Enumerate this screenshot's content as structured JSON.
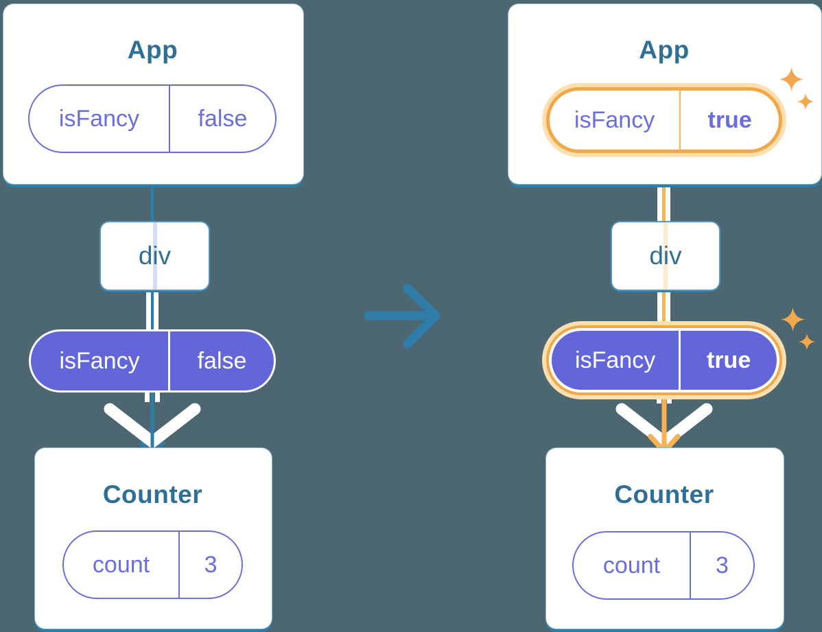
{
  "colors": {
    "bg": "#4c6771",
    "blue": "#2e7ca8",
    "title": "#2e6f96",
    "purple": "#6366d8",
    "purple_text": "#6a6edc",
    "orange": "#f2a74b",
    "orange_line": "#f6b254",
    "peach": "#fbdfae",
    "lavender_line": "#d5dcf5",
    "peach_line": "#fdeacb"
  },
  "icons": {
    "transition_arrow": "right-arrow",
    "highlight_sparkles": "sparkles",
    "props_down_arrow": "down-arrow"
  },
  "before": {
    "app": {
      "title": "App",
      "prop": {
        "name": "isFancy",
        "value": "false"
      }
    },
    "div_label": "div",
    "prop_pill": {
      "name": "isFancy",
      "value": "false"
    },
    "counter": {
      "title": "Counter",
      "state": {
        "name": "count",
        "value": "3"
      }
    }
  },
  "after": {
    "app": {
      "title": "App",
      "prop": {
        "name": "isFancy",
        "value": "true"
      }
    },
    "div_label": "div",
    "prop_pill": {
      "name": "isFancy",
      "value": "true"
    },
    "counter": {
      "title": "Counter",
      "state": {
        "name": "count",
        "value": "3"
      }
    }
  }
}
